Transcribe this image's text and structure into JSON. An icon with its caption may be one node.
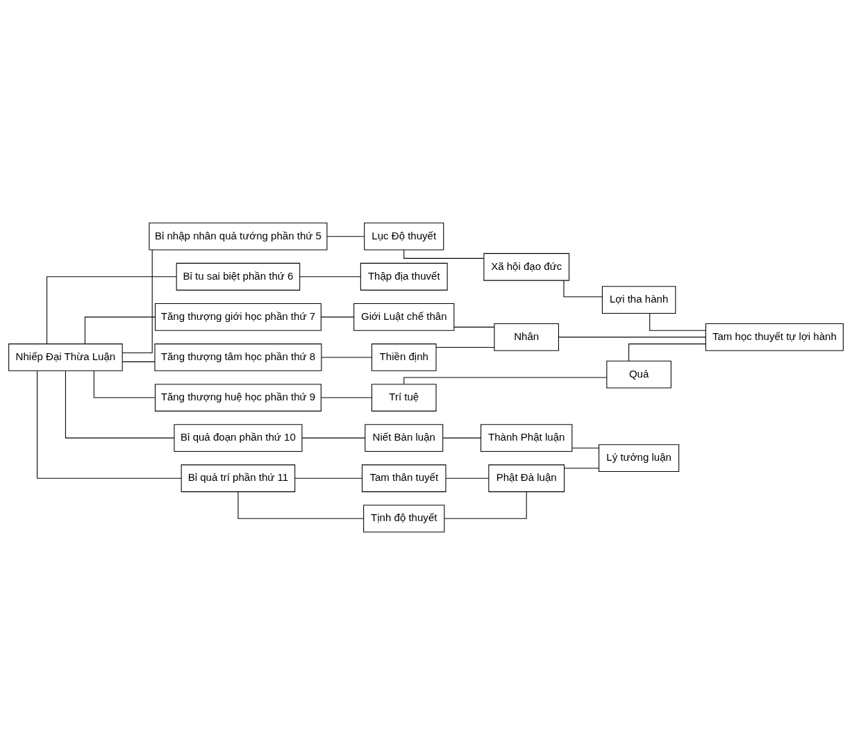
{
  "diagram": {
    "nodes": [
      {
        "text": [
          "Nhiếp Đại Thừa Luận"
        ]
      },
      {
        "text": [
          "Bỉ nhập nhân quả tướng phần thứ 5"
        ]
      },
      {
        "text": [
          "Lục Độ thuyết"
        ]
      },
      {
        "text": [
          "Xã hội đạo đức"
        ]
      },
      {
        "text": [
          "Lợi tha hành"
        ]
      },
      {
        "text": [
          "Bỉ tu sai biệt phần thứ 6"
        ]
      },
      {
        "text": [
          "Thập địa thuvết"
        ]
      },
      {
        "text": [
          "Tăng thượng giới học phần thứ 7"
        ]
      },
      {
        "text": [
          "Giới Luật chế thân"
        ]
      },
      {
        "text": [
          "Nhân"
        ]
      },
      {
        "text": [
          "Tam học thuyết tự lợi hành"
        ]
      },
      {
        "text": [
          "Tăng thượng tâm học phần thứ 8"
        ]
      },
      {
        "text": [
          "Thiền định"
        ]
      },
      {
        "text": [
          "Tăng thượng huệ học phần thứ 9"
        ]
      },
      {
        "text": [
          "Trí tuệ"
        ]
      },
      {
        "text": [
          "Quả"
        ]
      },
      {
        "text": [
          "Bỉ quả đoạn phần thứ 10"
        ]
      },
      {
        "text": [
          "Niết Bàn luận"
        ]
      },
      {
        "text": [
          "Thành Phật luận"
        ]
      },
      {
        "text": [
          "Lý tưởng luận"
        ]
      },
      {
        "text": [
          "Bỉ quả trí phần thứ 11"
        ]
      },
      {
        "text": [
          "Tam thân tuyết"
        ]
      },
      {
        "text": [
          "Phật Đà luận"
        ]
      },
      {
        "text": [
          "Tịnh độ thuyết"
        ]
      }
    ],
    "edges": [
      {
        "from": 0,
        "to": 1,
        "arrow": "none"
      },
      {
        "from": 0,
        "to": 5,
        "arrow": "none"
      },
      {
        "from": 0,
        "to": 7,
        "arrow": "none"
      },
      {
        "from": 0,
        "to": 11,
        "arrow": "none"
      },
      {
        "from": 0,
        "to": 13,
        "arrow": "none"
      },
      {
        "from": 0,
        "to": 16,
        "arrow": "none"
      },
      {
        "from": 0,
        "to": 20,
        "arrow": "none"
      },
      {
        "from": 1,
        "to": 2,
        "arrow": "none"
      },
      {
        "from": 2,
        "to": 3,
        "arrow": "none"
      },
      {
        "from": 3,
        "to": 4,
        "arrow": "none"
      },
      {
        "from": 4,
        "to": 10,
        "arrow": "none"
      },
      {
        "from": 5,
        "to": 6,
        "arrow": "none"
      },
      {
        "from": 7,
        "to": 8,
        "arrow": "none"
      },
      {
        "from": 11,
        "to": 12,
        "arrow": "none"
      },
      {
        "from": 8,
        "to": 9,
        "arrow": "none"
      },
      {
        "from": 12,
        "to": 9,
        "arrow": "none"
      },
      {
        "from": 9,
        "to": 10,
        "arrow": "none"
      },
      {
        "from": 13,
        "to": 14,
        "arrow": "none"
      },
      {
        "from": 14,
        "to": 15,
        "arrow": "none"
      },
      {
        "from": 15,
        "to": 10,
        "arrow": "none"
      },
      {
        "from": 16,
        "to": 17,
        "arrow": "none"
      },
      {
        "from": 17,
        "to": 18,
        "arrow": "none"
      },
      {
        "from": 18,
        "to": 19,
        "arrow": "none"
      },
      {
        "from": 20,
        "to": 21,
        "arrow": "none"
      },
      {
        "from": 20,
        "to": 23,
        "arrow": "none"
      },
      {
        "from": 21,
        "to": 22,
        "arrow": "none"
      },
      {
        "from": 23,
        "to": 22,
        "arrow": "none"
      },
      {
        "from": 22,
        "to": 19,
        "arrow": "none"
      }
    ]
  }
}
